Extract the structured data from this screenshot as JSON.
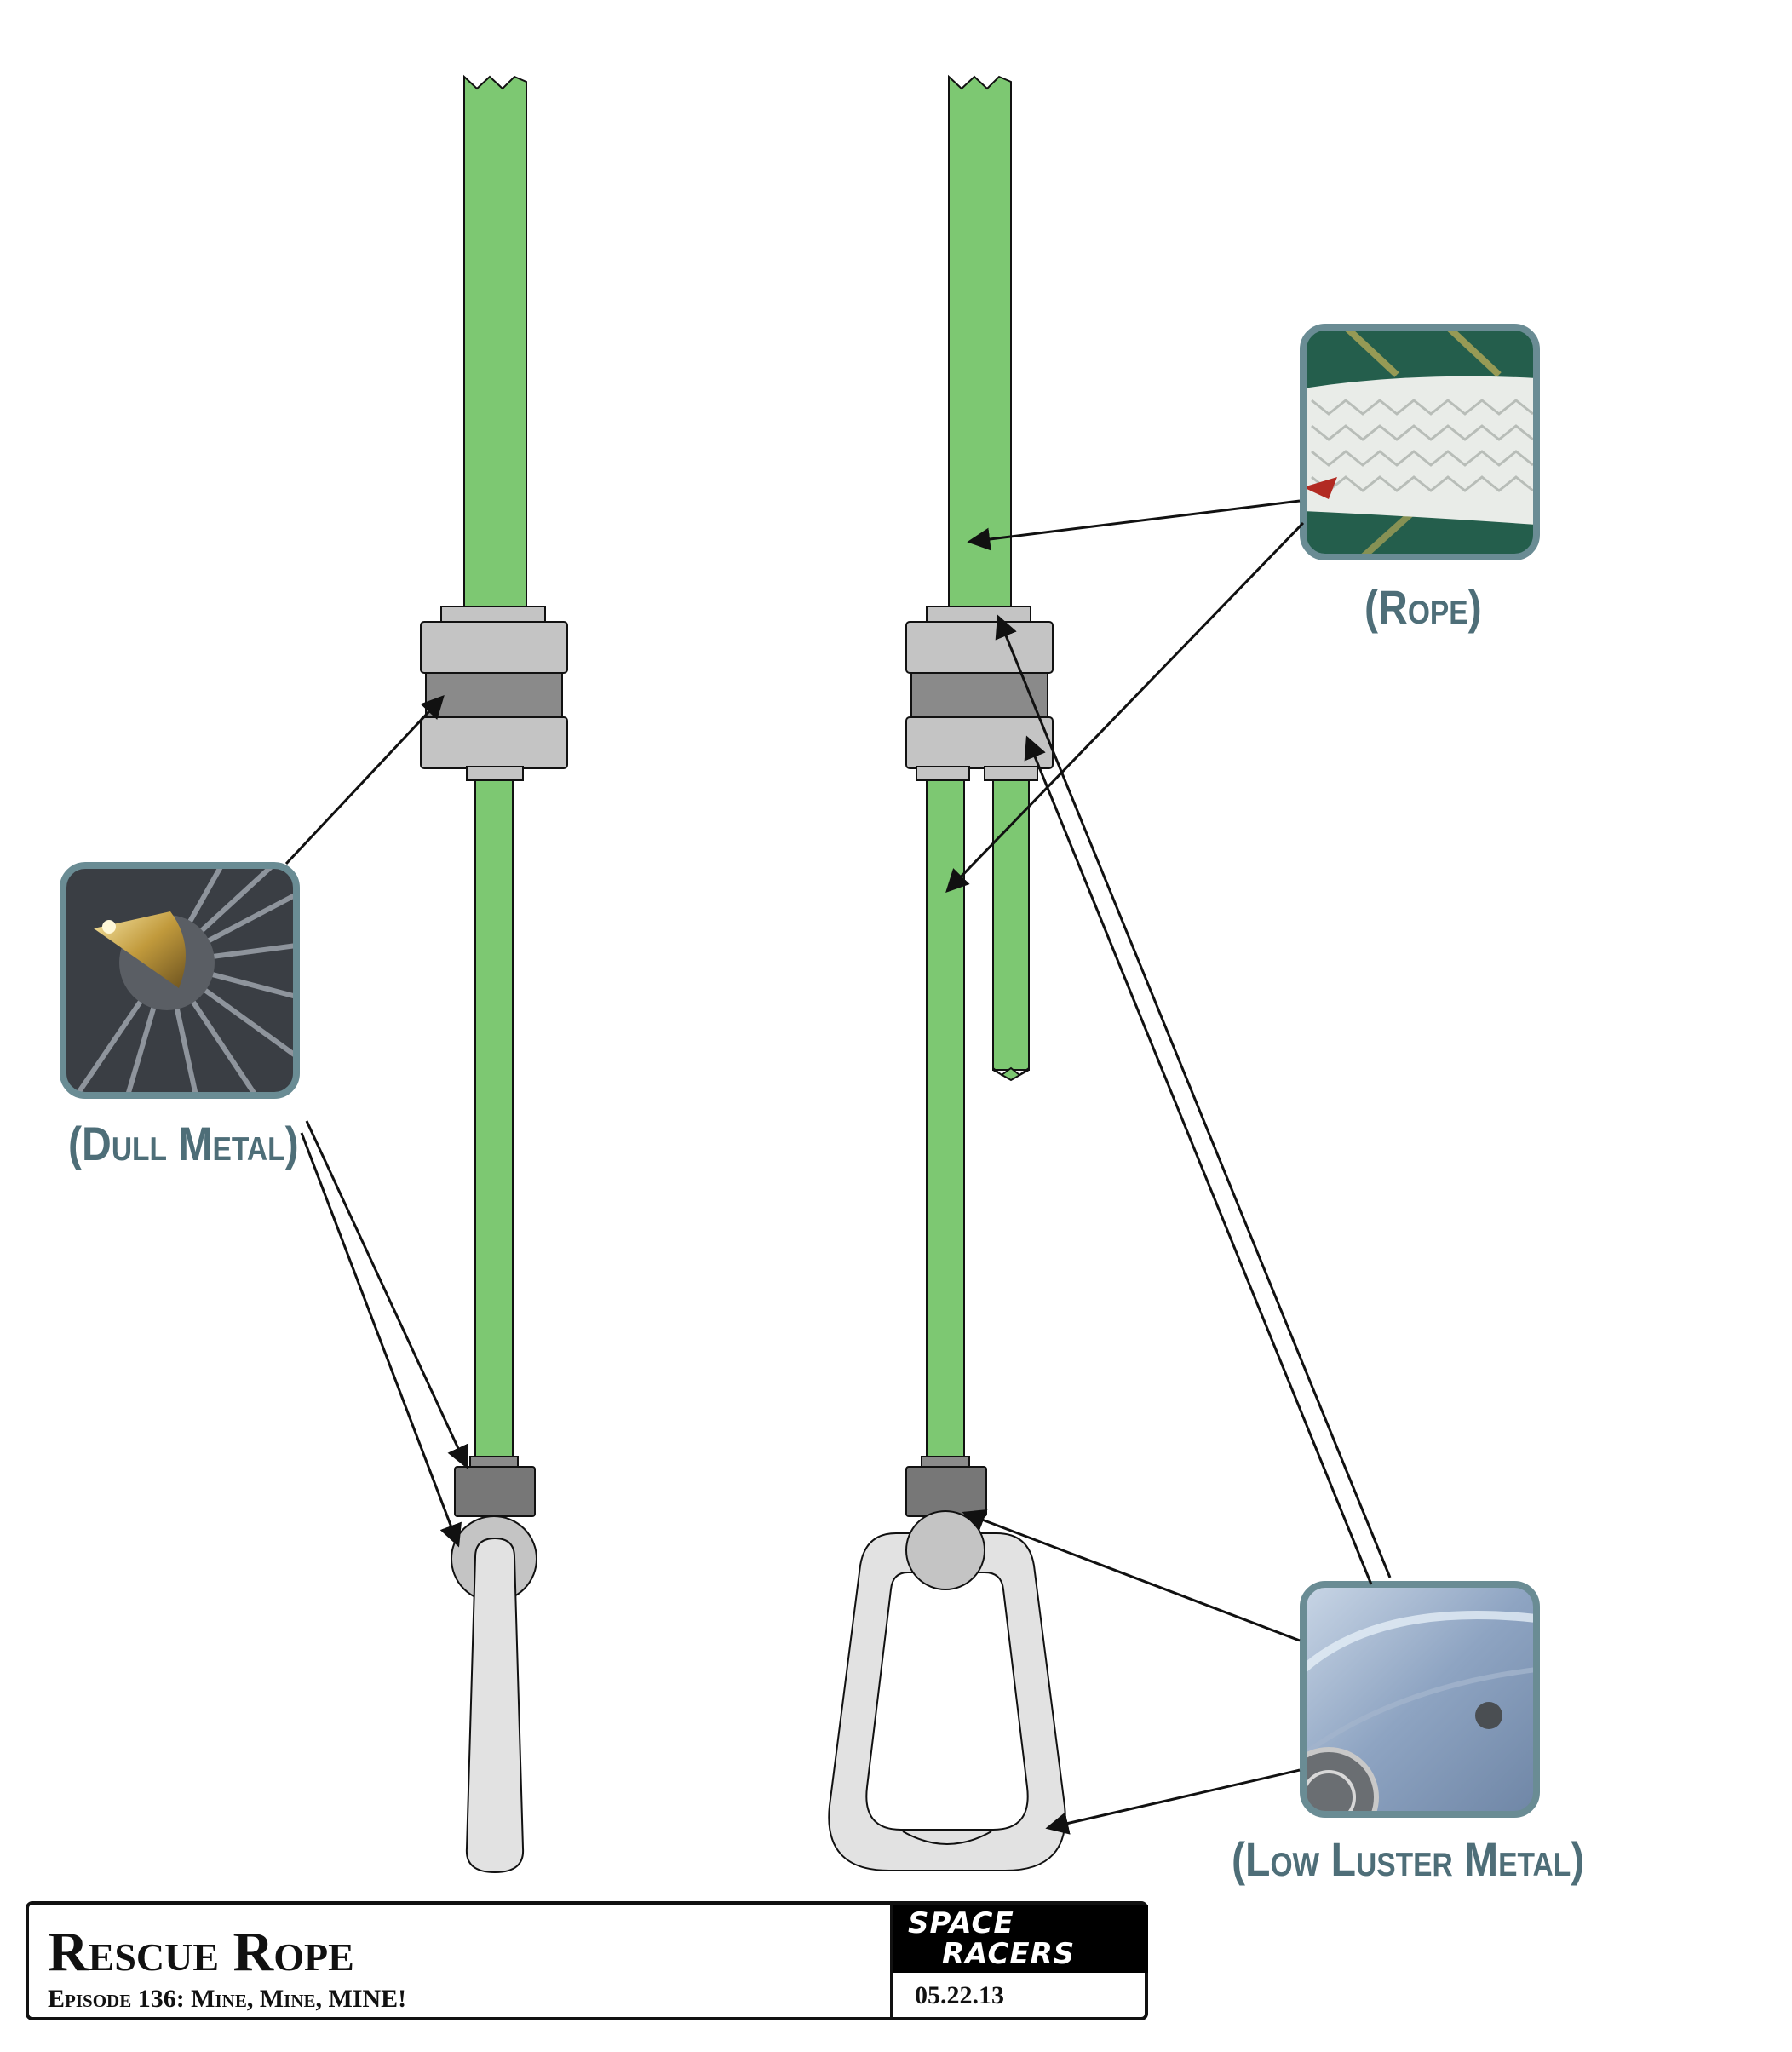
{
  "swatches": {
    "rope": {
      "label": "(Rope)"
    },
    "dull_metal": {
      "label": "(Dull Metal)"
    },
    "low_luster_metal": {
      "label": "(Low Luster Metal)"
    }
  },
  "title_block": {
    "title": "Rescue Rope",
    "subtitle": "Episode 136: Mine, Mine, MINE!",
    "logo_line1": "SPACE",
    "logo_line2": "RACERS",
    "date": "05.22.13"
  },
  "colors": {
    "rope": "#7dc872",
    "light_metal": "#c4c4c4",
    "dark_metal": "#8a8a8a",
    "handle": "#e2e2e2",
    "frame": "#6a8c94"
  }
}
